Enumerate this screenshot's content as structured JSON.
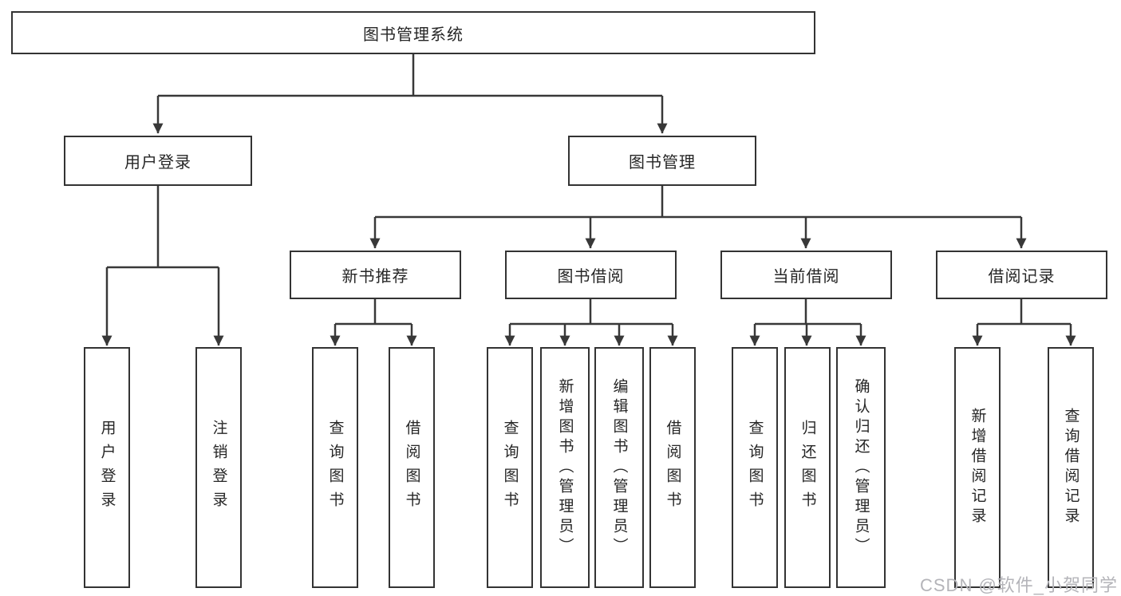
{
  "diagram": {
    "root": {
      "label": "图书管理系统"
    },
    "level2": [
      {
        "label": "用户登录",
        "children": [
          {
            "label": "用户登录"
          },
          {
            "label": "注销登录"
          }
        ]
      },
      {
        "label": "图书管理",
        "children": [
          {
            "label": "新书推荐",
            "children": [
              {
                "label": "查询图书"
              },
              {
                "label": "借阅图书"
              }
            ]
          },
          {
            "label": "图书借阅",
            "children": [
              {
                "label": "查询图书"
              },
              {
                "label": "新增图书（管理员）"
              },
              {
                "label": "编辑图书（管理员）"
              },
              {
                "label": "借阅图书"
              }
            ]
          },
          {
            "label": "当前借阅",
            "children": [
              {
                "label": "查询图书"
              },
              {
                "label": "归还图书"
              },
              {
                "label": "确认归还（管理员）"
              }
            ]
          },
          {
            "label": "借阅记录",
            "children": [
              {
                "label": "新增借阅记录"
              },
              {
                "label": "查询借阅记录"
              }
            ]
          }
        ]
      }
    ]
  },
  "watermark": {
    "text": "CSDN @软件_小贺同学"
  },
  "colors": {
    "background": "#ffffff",
    "box_border": "#333333",
    "connector_line": "#383838",
    "text": "#262626",
    "watermark_text": "#b4b4b9"
  }
}
